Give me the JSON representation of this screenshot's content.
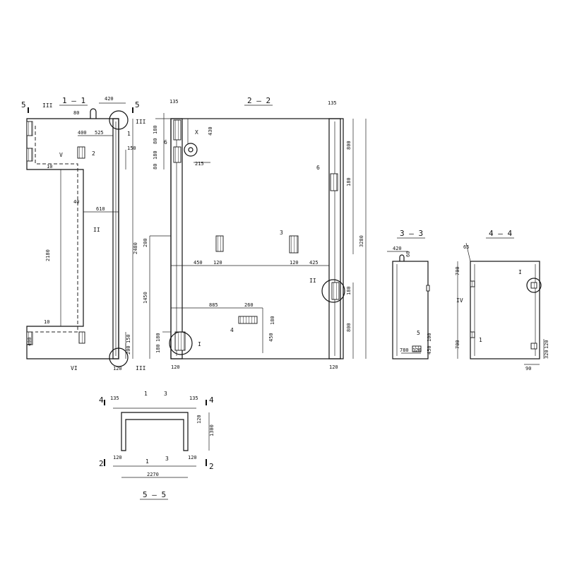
{
  "sections": {
    "s11": "1 — 1",
    "s22": "2 — 2",
    "s33": "3 — 3",
    "s44": "4 — 4",
    "s55": "5 — 5"
  },
  "s11": {
    "d420": "420",
    "d80": "80",
    "d400": "400",
    "d525": "525",
    "d150": "150",
    "d10a": "10",
    "d40": "40",
    "d610": "610",
    "d2180": "2180",
    "d2480": "2480",
    "d10b": "10",
    "d400b": "400",
    "d150b": "150",
    "d200": "200",
    "d120": "120",
    "cut5a": "5",
    "cut5b": "5",
    "one": "1",
    "two": "2",
    "rIII_top": "III",
    "rIII_bot": "III",
    "rV": "V",
    "rVI": "VI",
    "rIIIn": "III",
    "rIIn": "II"
  },
  "s22": {
    "d135a": "135",
    "d135b": "135",
    "d180a": "180",
    "d80a": "80",
    "d180b": "180",
    "d80b": "80",
    "d430": "430",
    "d215": "215",
    "d800a": "800",
    "d180c": "180",
    "d3280": "3280",
    "d200": "200",
    "d450a": "450",
    "d120a": "120",
    "d120b": "120",
    "d425": "425",
    "d1450": "1450",
    "d885": "885",
    "d260": "260",
    "d180d": "180",
    "d180e": "180",
    "d800b": "800",
    "d450b": "450",
    "d180f": "180",
    "d180g": "180",
    "d120c": "120",
    "d120d": "120",
    "m6a": "6",
    "m6b": "6",
    "m3": "3",
    "m4": "4",
    "mX": "X",
    "mI": "I",
    "mII": "II"
  },
  "s33": {
    "d420": "420",
    "d60": "60",
    "m5": "5",
    "d780": "780",
    "d120": "120",
    "d100": "100",
    "d450": "450"
  },
  "s44": {
    "d65": "65",
    "d700a": "700",
    "d700b": "700",
    "d320": "320",
    "d90": "90",
    "d120": "120",
    "mI": "I",
    "mIV": "IV",
    "m1": "1"
  },
  "s55": {
    "d135a": "135",
    "d135b": "135",
    "d120a": "120",
    "d1300": "1300",
    "d120b": "120",
    "d120c": "120",
    "d2270": "2270",
    "c4a": "4",
    "c4b": "4",
    "c2a": "2",
    "c2b": "2",
    "m1a": "1",
    "m1b": "1",
    "m3a": "3",
    "m3b": "3"
  }
}
